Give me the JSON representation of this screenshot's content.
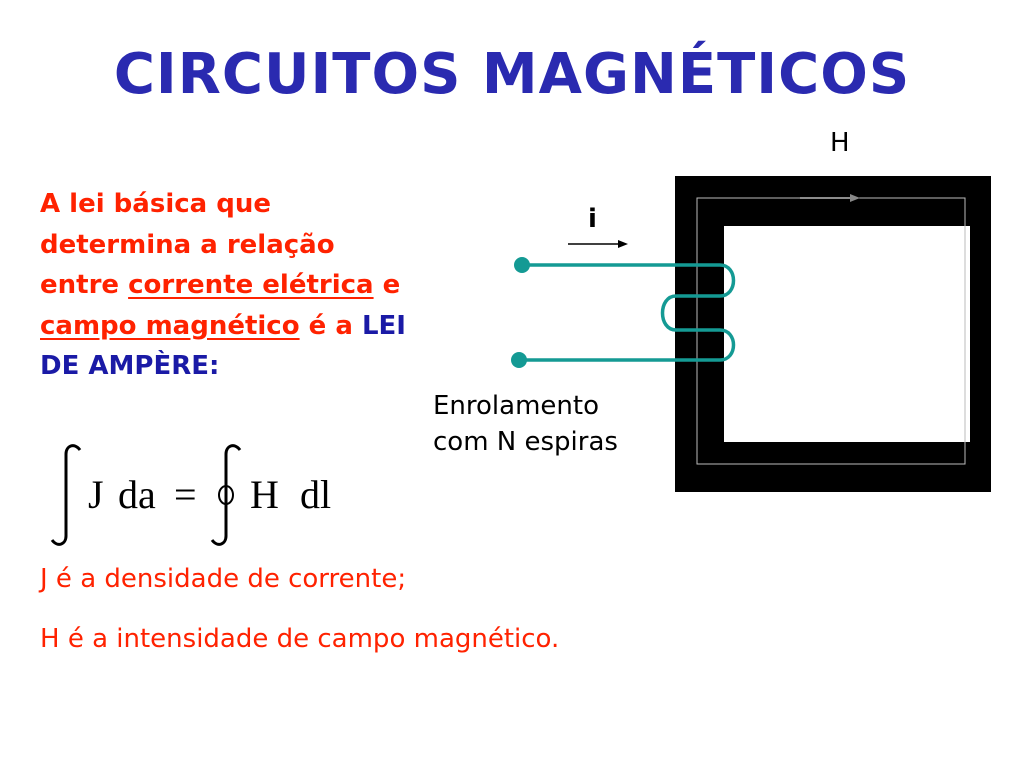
{
  "title": "CIRCUITOS MAGNÉTICOS",
  "paragraph": {
    "t1": "A lei básica que determina a relação entre ",
    "t2": "corrente elétrica",
    "t3": " e ",
    "t4": "campo magnético",
    "t5": " é a ",
    "t6": "LEI DE AMPÈRE:"
  },
  "formula": {
    "j": "J",
    "da": "da",
    "eq": "=",
    "h": "H",
    "dl": "dl"
  },
  "definitions": {
    "j_def": "J é a densidade de corrente;",
    "h_def": "H é a intensidade de campo magnético."
  },
  "diagram": {
    "h_label": "H",
    "i_label": "i",
    "caption_line1": "Enrolamento",
    "caption_line2": "com N espiras"
  },
  "colors": {
    "title": "#2a2ab0",
    "text_red": "#ff2200",
    "text_blue": "#1a1aa6",
    "wire": "#149a94"
  }
}
